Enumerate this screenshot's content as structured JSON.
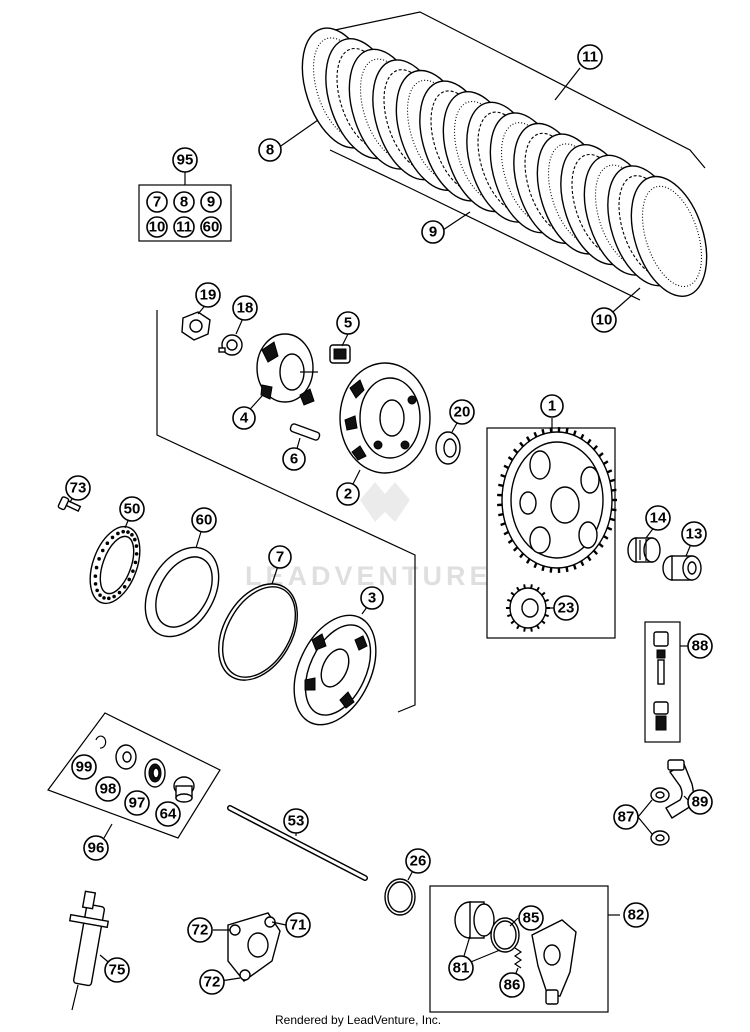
{
  "watermark_text": "LEADVENTURE",
  "footer_text": "Rendered by LeadVenture, Inc.",
  "callouts": {
    "c1": "1",
    "c2": "2",
    "c3": "3",
    "c4": "4",
    "c5": "5",
    "c6": "6",
    "c7": "7",
    "c8": "8",
    "c9": "9",
    "c10": "10",
    "c11": "11",
    "c13": "13",
    "c14": "14",
    "c18": "18",
    "c19": "19",
    "c20": "20",
    "c23": "23",
    "c26": "26",
    "c53": "53",
    "c50": "50",
    "c60": "60",
    "c64": "64",
    "c71": "71",
    "c72a": "72",
    "c72b": "72",
    "c73": "73",
    "c75": "75",
    "c81": "81",
    "c82": "82",
    "c85": "85",
    "c86": "86",
    "c87": "87",
    "c88": "88",
    "c89": "89",
    "c95": "95",
    "c96": "96",
    "c97": "97",
    "c98": "98",
    "c99": "99"
  },
  "kit_95_items": [
    "7",
    "8",
    "9",
    "10",
    "11",
    "60"
  ]
}
